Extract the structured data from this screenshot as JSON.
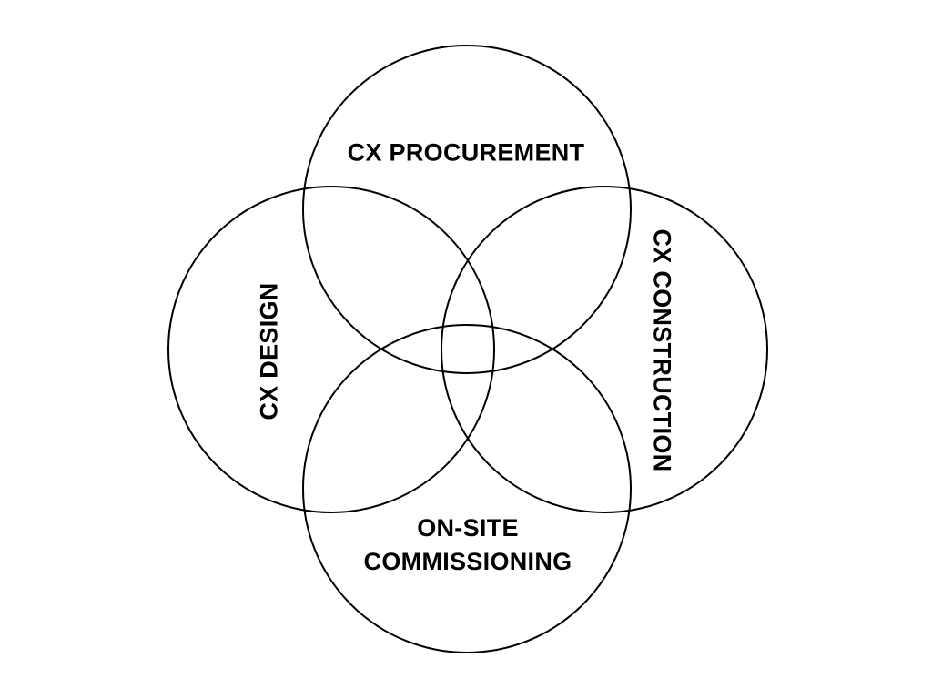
{
  "diagram": {
    "type": "venn",
    "background_color": "#ffffff",
    "stroke_color": "#000000",
    "text_color": "#000000",
    "circles": [
      {
        "position": "top",
        "label": "CX PROCUREMENT"
      },
      {
        "position": "left",
        "label": "CX DESIGN"
      },
      {
        "position": "right",
        "label": "CX CONSTRUCTION"
      },
      {
        "position": "bottom",
        "label": "ON-SITE COMMISSIONING",
        "label_lines": [
          "ON-SITE",
          "COMMISSIONING"
        ]
      }
    ]
  }
}
